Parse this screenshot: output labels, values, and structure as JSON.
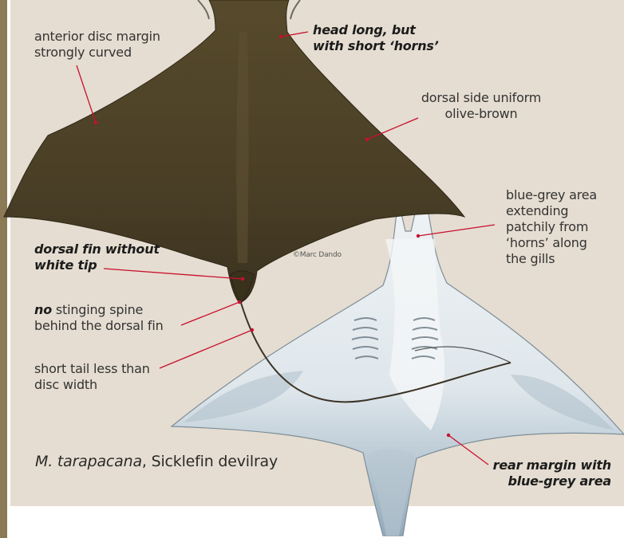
{
  "colors": {
    "background": "#e5ddd1",
    "sidebar": "#8a7a55",
    "dorsal": "#4d4228",
    "ventral": "#c9d6de",
    "leader": "#c8102e"
  },
  "labels": {
    "anterior_margin": {
      "line1": "anterior disc margin",
      "line2": "strongly curved"
    },
    "head": {
      "line1": "head long, but",
      "line2": "with short ‘horns’"
    },
    "dorsal_color": {
      "line1": "dorsal side uniform",
      "line2": "olive-brown"
    },
    "blue_grey": {
      "line1": "blue-grey area",
      "line2": "extending",
      "line3": "patchily from",
      "line4": "‘horns’ along",
      "line5": "the gills"
    },
    "dorsal_fin": {
      "line1": "dorsal fin without",
      "line2": "white tip"
    },
    "spine": {
      "bold": "no",
      "rest": " stinging spine",
      "line2": "behind the dorsal fin"
    },
    "tail": {
      "line1": "short tail less than",
      "line2": "disc width"
    },
    "rear_margin": {
      "line1": "rear margin with",
      "line2": "blue-grey area"
    }
  },
  "caption": {
    "species": "M. tarapacana",
    "common": ", Sicklefin devilray"
  },
  "credit": "©Marc Dando"
}
